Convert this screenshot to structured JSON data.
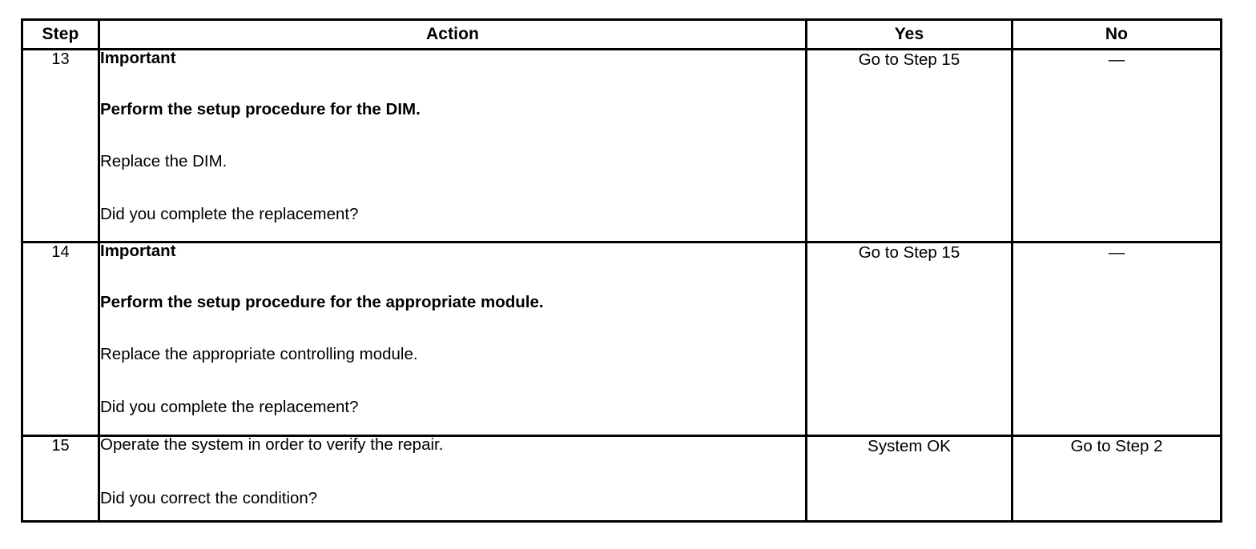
{
  "table": {
    "headers": [
      "Step",
      "Action",
      "Yes",
      "No"
    ],
    "rows": [
      {
        "step": "13",
        "action_lines": [
          {
            "text": "Important",
            "bold": true
          },
          {
            "text": "Perform the setup procedure for the DIM.",
            "bold": true
          },
          {
            "text": "Replace the DIM.",
            "bold": false
          },
          {
            "text": "Did you complete the replacement?",
            "bold": false
          }
        ],
        "yes": "Go to Step 15",
        "no": "—"
      },
      {
        "step": "14",
        "action_lines": [
          {
            "text": "Important",
            "bold": true
          },
          {
            "text": "Perform the setup procedure for the appropriate module.",
            "bold": true
          },
          {
            "text": "Replace the appropriate controlling module.",
            "bold": false
          },
          {
            "text": "Did you complete the replacement?",
            "bold": false
          }
        ],
        "yes": "Go to Step 15",
        "no": "—"
      },
      {
        "step": "15",
        "action_lines": [
          {
            "text": "Operate the system in order to verify the repair.",
            "bold": false
          },
          {
            "text": "Did you correct the condition?",
            "bold": false
          }
        ],
        "yes": "System OK",
        "no": "Go to Step 2"
      }
    ]
  },
  "colors": {
    "border": "#000000",
    "background": "#ffffff",
    "text": "#000000"
  }
}
